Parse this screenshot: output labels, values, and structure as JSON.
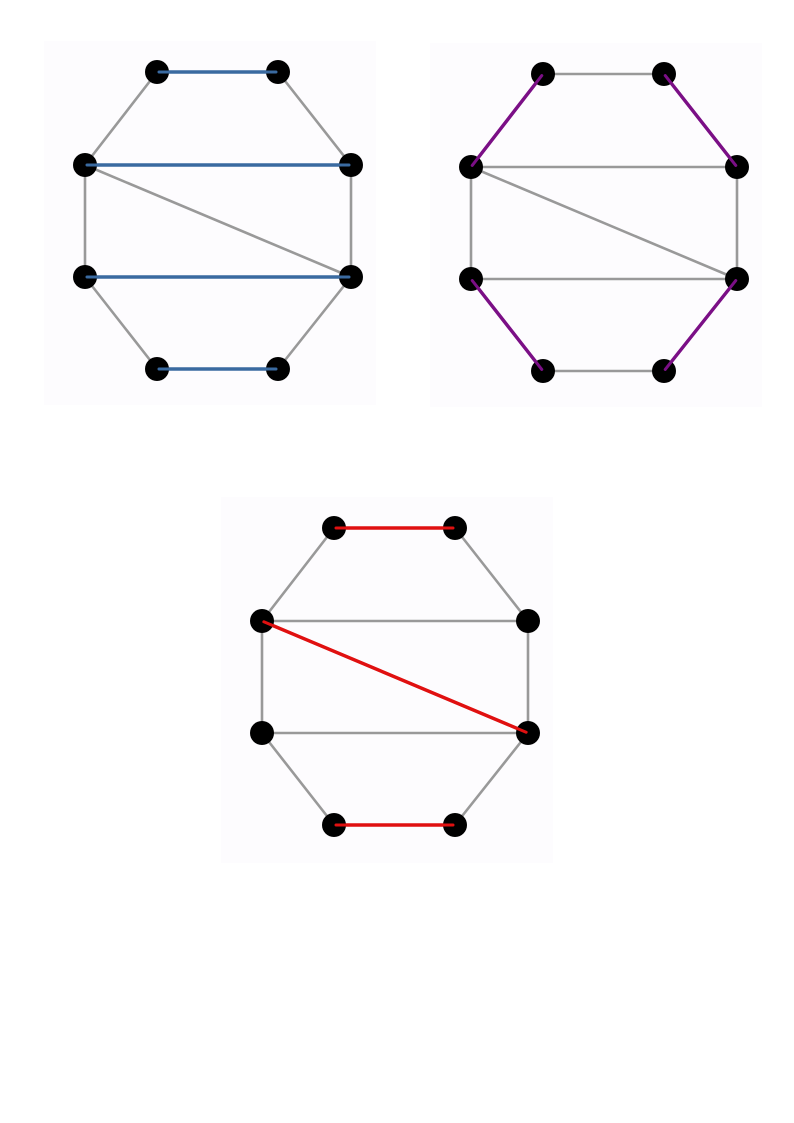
{
  "diagrams": [
    {
      "highlight_color": "#3a6aa0",
      "highlighted_edges": [
        [
          0,
          1
        ],
        [
          7,
          2
        ],
        [
          6,
          3
        ],
        [
          5,
          4
        ]
      ]
    },
    {
      "highlight_color": "#7b0f86",
      "highlighted_edges": [
        [
          0,
          7
        ],
        [
          1,
          2
        ],
        [
          3,
          4
        ],
        [
          5,
          6
        ]
      ]
    },
    {
      "highlight_color": "#e01010",
      "highlighted_edges": [
        [
          0,
          1
        ],
        [
          7,
          3
        ],
        [
          5,
          4
        ]
      ]
    }
  ],
  "graph": {
    "nodes": 8,
    "edges": [
      [
        0,
        1
      ],
      [
        1,
        2
      ],
      [
        2,
        3
      ],
      [
        3,
        4
      ],
      [
        4,
        5
      ],
      [
        5,
        6
      ],
      [
        6,
        7
      ],
      [
        7,
        0
      ],
      [
        7,
        2
      ],
      [
        6,
        3
      ],
      [
        7,
        3
      ]
    ],
    "base_edge_color": "#999999",
    "node_color": "#000000"
  }
}
